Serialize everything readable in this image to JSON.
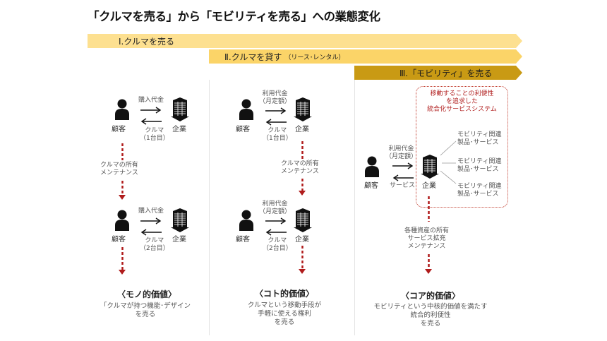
{
  "title": "「クルマを売る」から「モビリティを売る」への業態変化",
  "banners": [
    {
      "label": "Ⅰ.クルマを売る",
      "sub": "",
      "color": "#fde090"
    },
    {
      "label": "Ⅱ.クルマを貸す",
      "sub": "（リース･レンタル）",
      "color": "#fbd468"
    },
    {
      "label": "Ⅲ.「モビリティ」を売る",
      "sub": "",
      "color": "#c99a14"
    }
  ],
  "accent_color": "#b01c1c",
  "col1": {
    "customer": "顧客",
    "company": "企業",
    "step1": {
      "pay": "購入代金",
      "goods": [
        "クルマ",
        "（1台目）"
      ]
    },
    "middle": [
      "クルマの所有",
      "メンテナンス"
    ],
    "step2": {
      "pay": "購入代金",
      "goods": [
        "クルマ",
        "（2台目）"
      ]
    },
    "value_title": "〈モノ的価値〉",
    "value_desc": [
      "「クルマが持つ機能･デザイン",
      "を売る"
    ]
  },
  "col2": {
    "customer": "顧客",
    "company": "企業",
    "step1": {
      "pay": [
        "利用代金",
        "（月定額）"
      ],
      "goods": [
        "クルマ",
        "（1台目）"
      ]
    },
    "middle": [
      "クルマの所有",
      "メンテナンス"
    ],
    "step2": {
      "pay": [
        "利用代金",
        "（月定額）"
      ],
      "goods": [
        "クルマ",
        "（2台目）"
      ]
    },
    "value_title": "〈コト的価値〉",
    "value_desc": [
      "クルマという移動手段が",
      "手軽に使える権利",
      "を売る"
    ]
  },
  "col3": {
    "customer": "顧客",
    "company": "企業",
    "pay": [
      "利用代金",
      "（月定額）"
    ],
    "goods": "サービス",
    "system_caption": [
      "移動することの利便性",
      "を追求した",
      "統合化サービスシステム"
    ],
    "products": [
      [
        "モビリティ関連",
        "製品･サービス"
      ],
      [
        "モビリティ関連",
        "製品･サービス"
      ],
      [
        "モビリティ関連",
        "製品･サービス"
      ]
    ],
    "middle": [
      "各種資産の所有",
      "サービス拡充",
      "メンテナンス"
    ],
    "value_title": "〈コア的価値〉",
    "value_desc": [
      "モビリティという中核的価値を満たす",
      "統合的利便性",
      "を売る"
    ]
  }
}
